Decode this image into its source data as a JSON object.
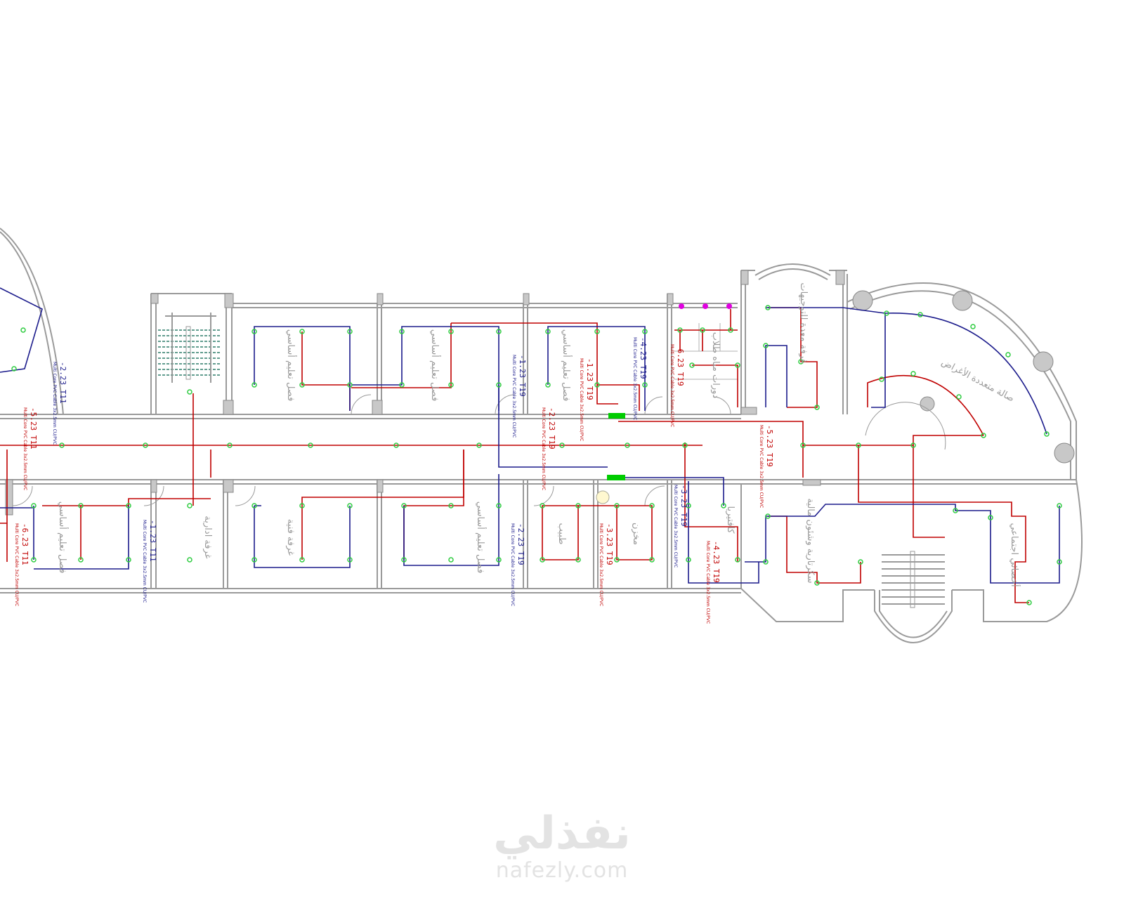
{
  "drawing": {
    "colors": {
      "lighting_circuit": "#c00000",
      "power_circuit": "#1c1c8c",
      "fixture": "#2ecc40",
      "socket": "#e000e0",
      "panel": "#00cc00",
      "walls": "#9a9a9a"
    },
    "rooms": {
      "class_top_1": "فصل تعليم أساسي",
      "class_top_2": "فصل تعليم أساسي",
      "class_top_3": "فصل تعليم أساسي",
      "toilets": "دورات مياه طلاب",
      "prep_room": "غرفة معدة للتوجيهات",
      "hall": "صالة متعددة الأغراض",
      "class_bottom_1": "فصل تعليم أساسي",
      "admin_room": "غرفة ادارية",
      "tech_room": "غرفة فنية",
      "class_bottom_2": "فصل تعليم أساسي",
      "doctor": "طبيب",
      "store": "مخزن",
      "cafe": "كافتيريا",
      "secretary": "سكرتارية وشئون مالية",
      "social": "أخصائي اجتماعي"
    },
    "cable_note": "Multi Core PVC Cable 3x2.5mm CU/PVC",
    "circuits": [
      {
        "label": "-2.23 T11",
        "type": "power"
      },
      {
        "label": "-5.23 T11",
        "type": "lighting"
      },
      {
        "label": "-1.23 T19",
        "type": "power"
      },
      {
        "label": "-1.23 T19",
        "type": "lighting"
      },
      {
        "label": "-4.23 T19",
        "type": "power"
      },
      {
        "label": "-6.23 T19",
        "type": "lighting"
      },
      {
        "label": "-2.23 T19",
        "type": "lighting"
      },
      {
        "label": "-5.23 T19",
        "type": "lighting"
      },
      {
        "label": "-1.23 T11",
        "type": "power"
      },
      {
        "label": "-6.23 T11",
        "type": "lighting"
      },
      {
        "label": "-2.23 T19",
        "type": "power"
      },
      {
        "label": "-3.23 T19",
        "type": "lighting"
      },
      {
        "label": "-3.23 T19",
        "type": "power"
      },
      {
        "label": "-4.23 T19",
        "type": "lighting"
      }
    ]
  },
  "watermark": {
    "arabic": "نفذلي",
    "url": "nafezly.com"
  }
}
